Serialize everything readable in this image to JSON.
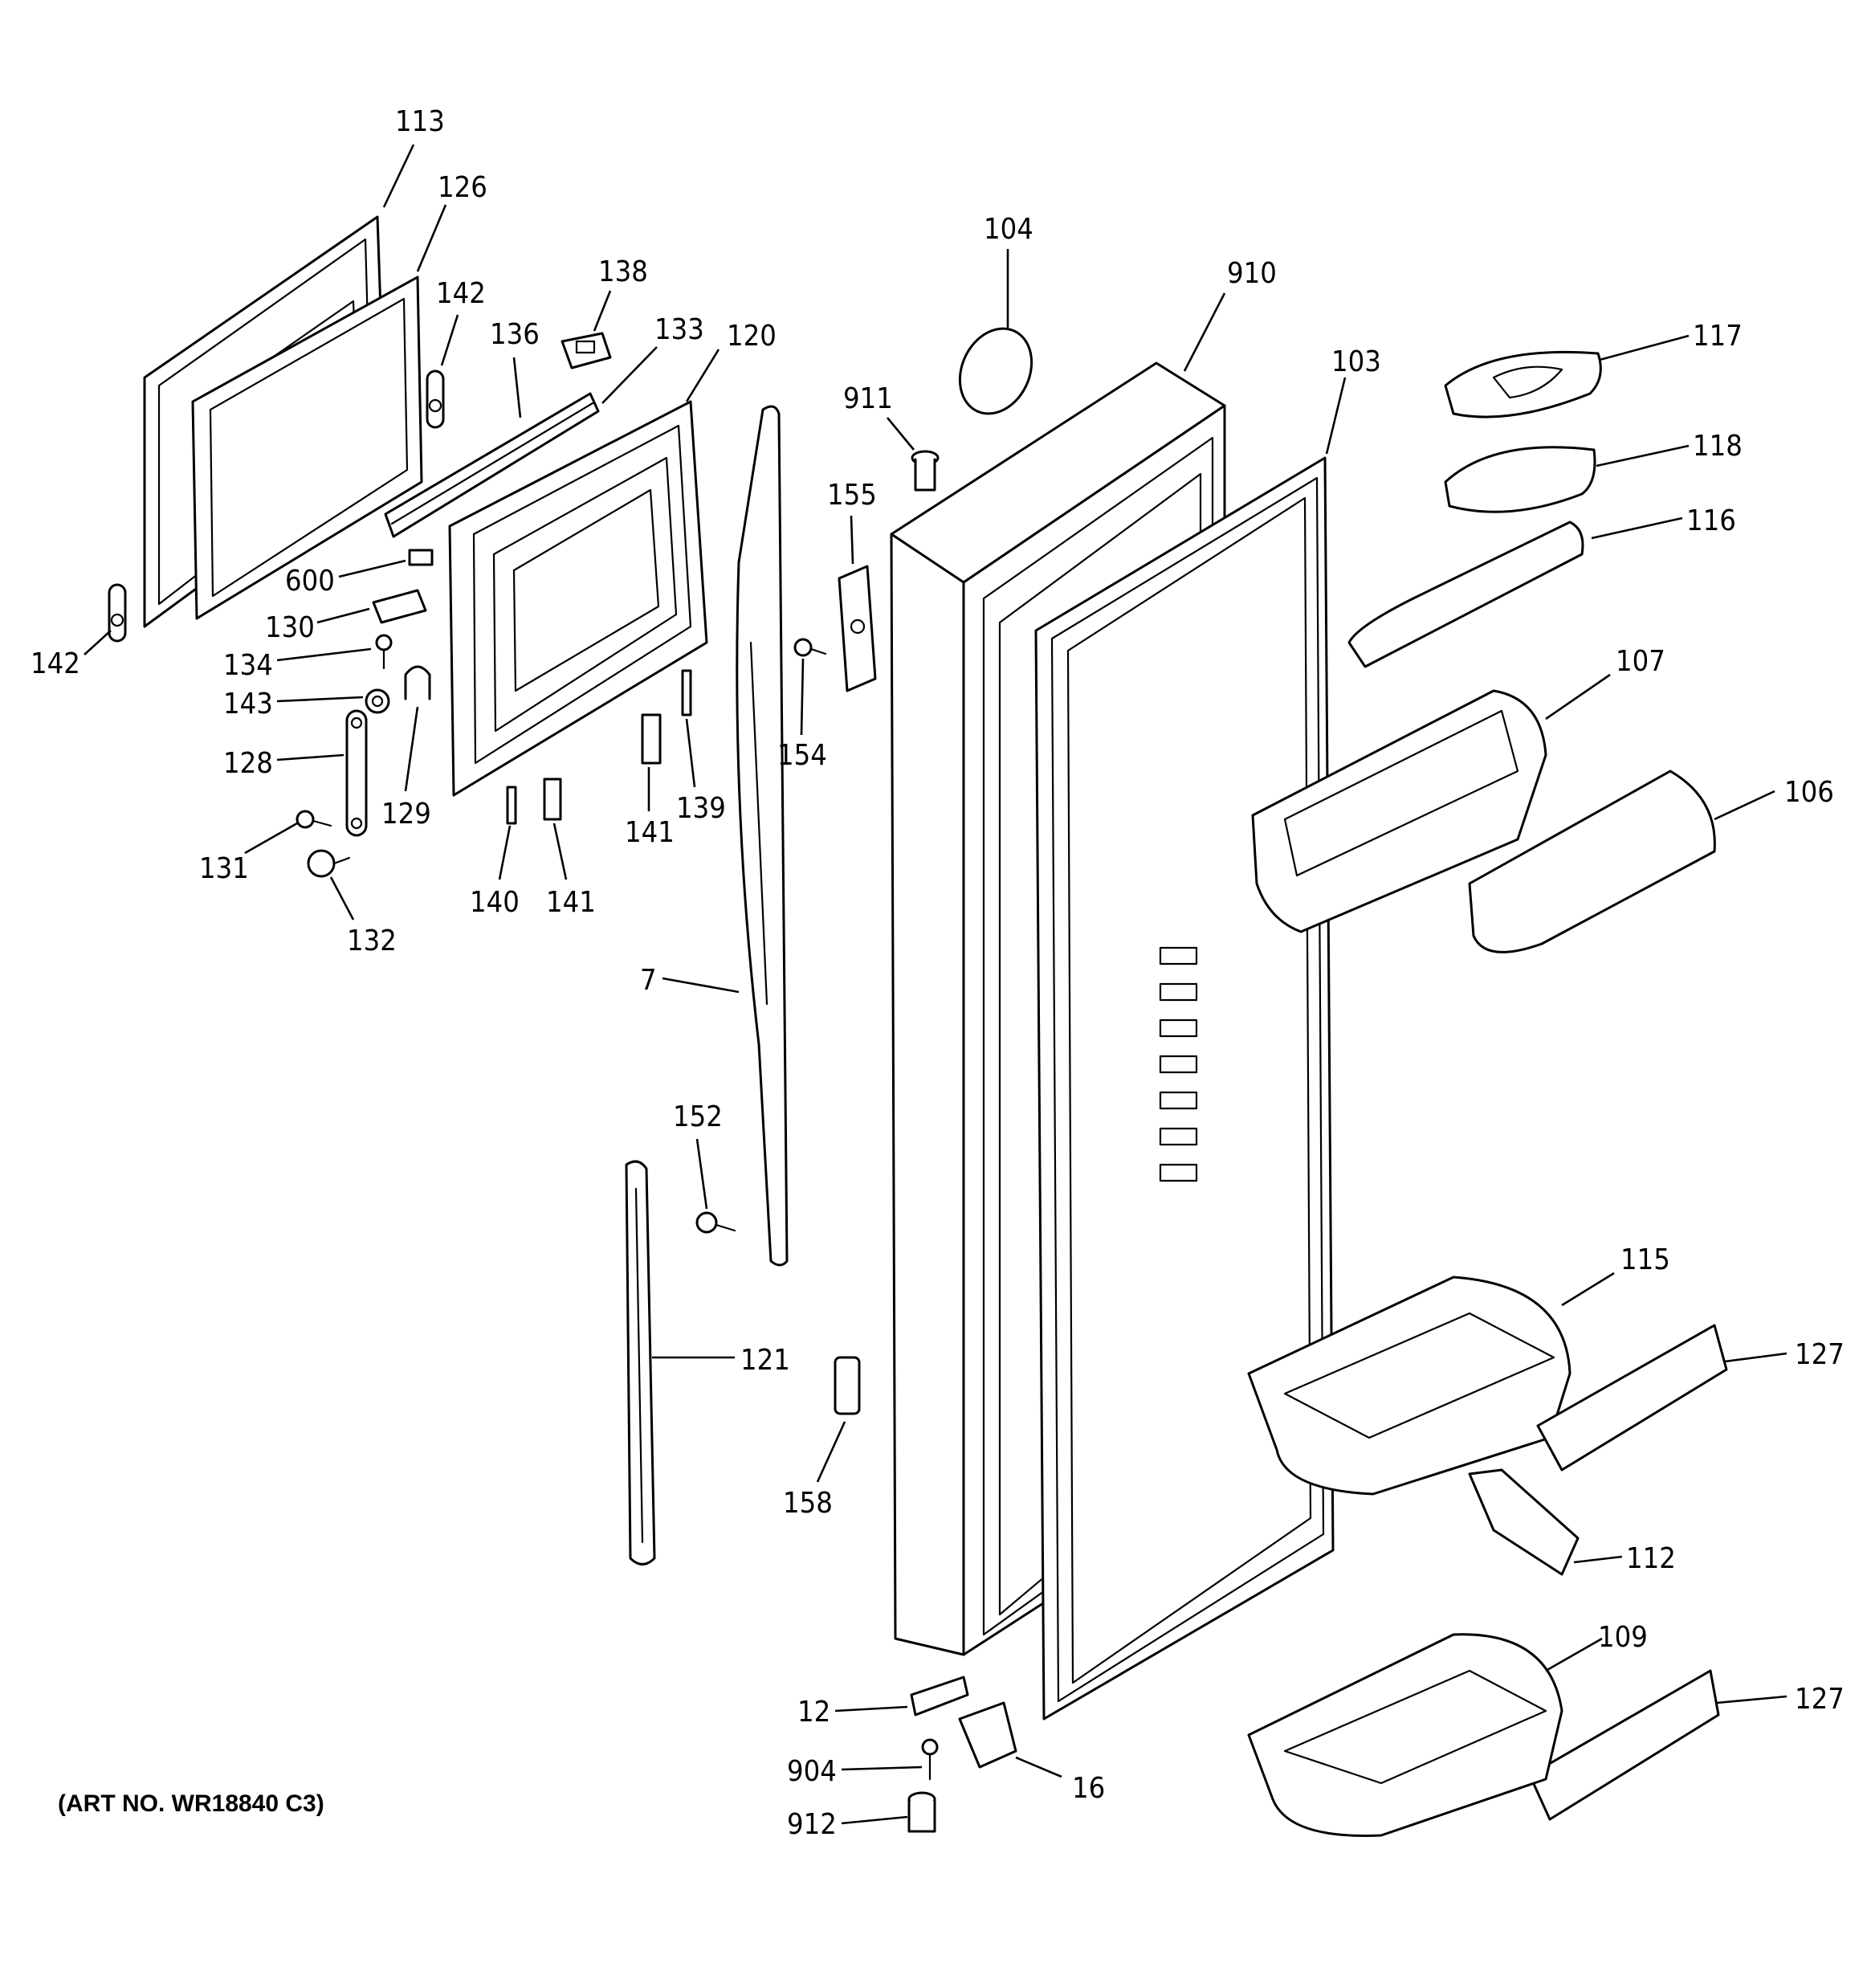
{
  "diagram": {
    "art_number": "(ART NO. WR18840 C3)",
    "callouts": [
      "113",
      "126",
      "142",
      "138",
      "136",
      "133",
      "120",
      "600",
      "130",
      "134",
      "143",
      "128",
      "129",
      "131",
      "132",
      "140",
      "141",
      "139",
      "7",
      "152",
      "121",
      "104",
      "910",
      "911",
      "155",
      "154",
      "158",
      "12",
      "904",
      "912",
      "16",
      "103",
      "117",
      "118",
      "116",
      "107",
      "106",
      "115",
      "127",
      "112",
      "109"
    ]
  }
}
